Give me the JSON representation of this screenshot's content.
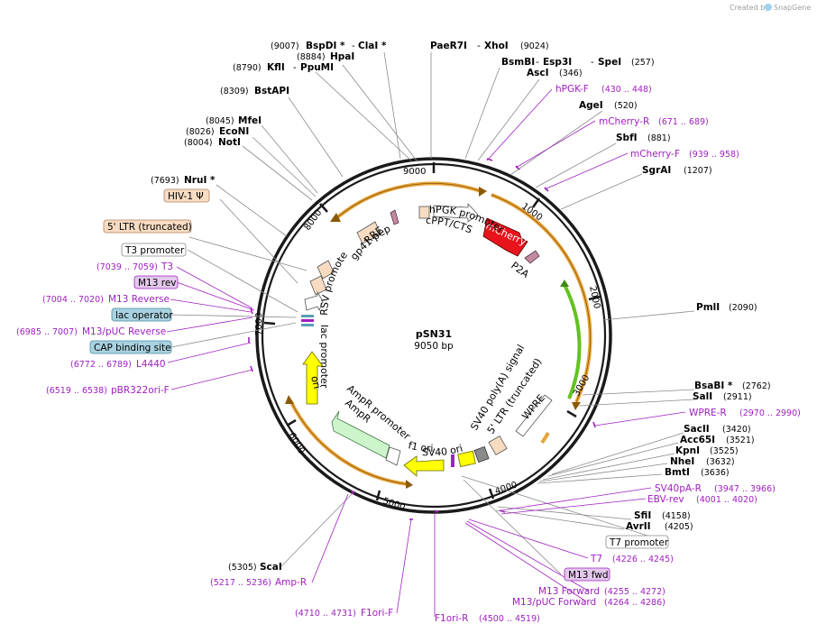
{
  "credit": {
    "prefix": "Created by",
    "brand": "SnapGene"
  },
  "plasmid": {
    "name": "pSN31",
    "size": "9050 bp"
  },
  "ticks": [
    "1000",
    "2000",
    "3000",
    "4000",
    "5000",
    "6000",
    "7000",
    "8000",
    "9000"
  ],
  "enzymes": {
    "bspdi": "BspDI *",
    "clai": "ClaI *",
    "pos_9007": "(9007)",
    "paer7i": "PaeR7I",
    "xhoi": "XhoI",
    "pos_9024": "(9024)",
    "hpai": "HpaI",
    "pos_8884": "(8884)",
    "kfli": "KflI",
    "ppumi": "PpuMI",
    "pos_8790": "(8790)",
    "bsmbi": "BsmBI",
    "esp3i": "Esp3I",
    "spei": "SpeI",
    "pos_257": "(257)",
    "asci": "AscI",
    "pos_346": "(346)",
    "bstapi": "BstAPI",
    "pos_8309": "(8309)",
    "agei": "AgeI",
    "pos_520": "(520)",
    "mfei": "MfeI",
    "pos_8045": "(8045)",
    "econi": "EcoNI",
    "pos_8026": "(8026)",
    "noti": "NotI",
    "pos_8004": "(8004)",
    "sbfi": "SbfI",
    "pos_881": "(881)",
    "sgrai": "SgrAI",
    "pos_1207": "(1207)",
    "nrui": "NruI *",
    "pos_7693": "(7693)",
    "pmli": "PmlI",
    "pos_2090": "(2090)",
    "bsabi": "BsaBI *",
    "pos_2762": "(2762)",
    "sali": "SalI",
    "pos_2911": "(2911)",
    "sacii": "SacII",
    "pos_3420": "(3420)",
    "acc65i": "Acc65I",
    "pos_3521": "(3521)",
    "kpni": "KpnI",
    "pos_3525": "(3525)",
    "nhei": "NheI",
    "pos_3632": "(3632)",
    "bmti": "BmtI",
    "pos_3636": "(3636)",
    "sfii": "SfiI",
    "pos_4158": "(4158)",
    "avrii": "AvrII",
    "pos_4205": "(4205)",
    "scai": "ScaI",
    "pos_5305": "(5305)"
  },
  "primers": {
    "phgk_f": "hPGK-F",
    "phgk_f_pos": "(430 .. 448)",
    "mcherry_r": "mCherry-R",
    "mcherry_r_pos": "(671 .. 689)",
    "mcherry_f": "mCherry-F",
    "mcherry_f_pos": "(939 .. 958)",
    "t3": "T3",
    "t3_pos": "(7039 .. 7059)",
    "m13rev_pos": "(7004 .. 7020)",
    "m13_reverse": "M13 Reverse",
    "m13puc_rev_pos": "(6985 .. 7007)",
    "m13puc_reverse": "M13/pUC Reverse",
    "l4440_pos": "(6772 .. 6789)",
    "l4440": "L4440",
    "pbr322_pos": "(6519 .. 6538)",
    "pbr322": "pBR322ori-F",
    "wpre_r": "WPRE-R",
    "wpre_r_pos": "(2970 .. 2990)",
    "sv40pa_r": "SV40pA-R",
    "sv40pa_r_pos": "(3947 .. 3966)",
    "ebv_rev": "EBV-rev",
    "ebv_rev_pos": "(4001 .. 4020)",
    "t7": "T7",
    "t7_pos": "(4226 .. 4245)",
    "m13_forward": "M13 Forward",
    "m13_forward_pos": "(4255 .. 4272)",
    "m13puc_forward": "M13/pUC Forward",
    "m13puc_forward_pos": "(4264 .. 4286)",
    "f1ori_r": "F1ori-R",
    "f1ori_r_pos": "(4500 .. 4519)",
    "f1ori_f": "F1ori-F",
    "f1ori_f_pos": "(4710 .. 4731)",
    "amp_r": "Amp-R",
    "amp_r_pos": "(5217 .. 5236)"
  },
  "boxes": {
    "hiv1": "HIV-1 Ψ",
    "ltr_trunc": "5' LTR (truncated)",
    "t3_promoter": "T3 promoter",
    "m13_rev": "M13 rev",
    "lac_operator": "lac operator",
    "cap_site": "CAP binding site",
    "t7_promoter": "T7 promoter",
    "m13_fwd": "M13 fwd"
  },
  "features": {
    "mcherry": "mCherry",
    "p2a": "P2A",
    "hpgk_promoter": "hPGK promoter",
    "cppt": "cPPT/CTS",
    "rre": "RRE",
    "gp41": "gp41 peptide",
    "rsv": "RSV promoter",
    "lac_promoter": "lac promoter",
    "ori": "ori",
    "ampr_promoter": "AmpR promoter",
    "ampr": "AmpR",
    "f1ori": "f1 ori",
    "sv40ori": "SV40 ori",
    "sv40polya": "SV40 poly(A) signal",
    "ltr5": "5' LTR (truncated)",
    "wpre": "WPRE"
  },
  "colors": {
    "mcherry": "#e8141b",
    "primer": "#a020c0",
    "ori": "#ffff00",
    "ampr": "#ccf5cc",
    "orange": "#e8a33c",
    "green": "#63c21f"
  }
}
